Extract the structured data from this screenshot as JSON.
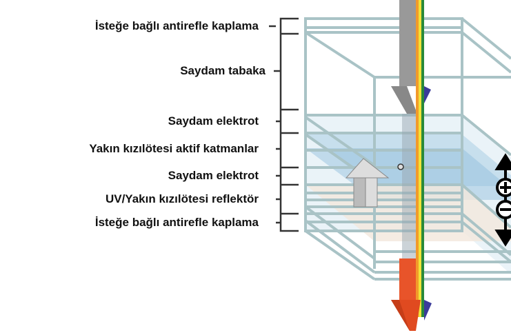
{
  "labels": [
    "İsteğe bağlı antirefle kaplama",
    "Saydam tabaka",
    "Saydam elektrot",
    "Yakın kızılötesi aktif katmanlar",
    "Saydam elektrot",
    "UV/Yakın kızılötesi reflektör",
    "İsteğe bağlı antirefle kaplama"
  ],
  "colors": {
    "frame": "#a9c3c6",
    "active": "#a9cde3",
    "reflector": "#f3e7dc",
    "beam": "#9a9a9a",
    "out": "#e8542a"
  }
}
